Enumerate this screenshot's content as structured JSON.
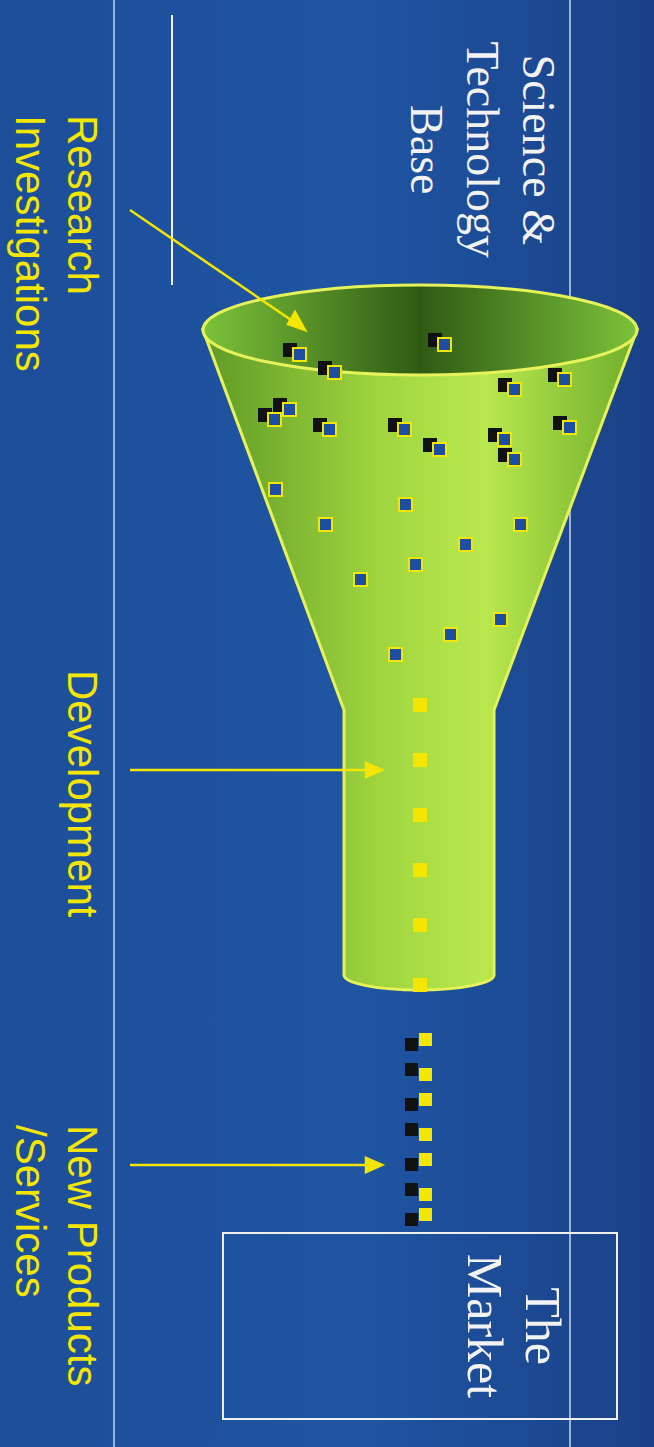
{
  "diagram": {
    "nodes": [
      {
        "text": [
          "The Market"
        ]
      }
    ],
    "labels": [
      "Science & Technology Base",
      "Research Investigations",
      "Development",
      "New Products /Services"
    ]
  }
}
